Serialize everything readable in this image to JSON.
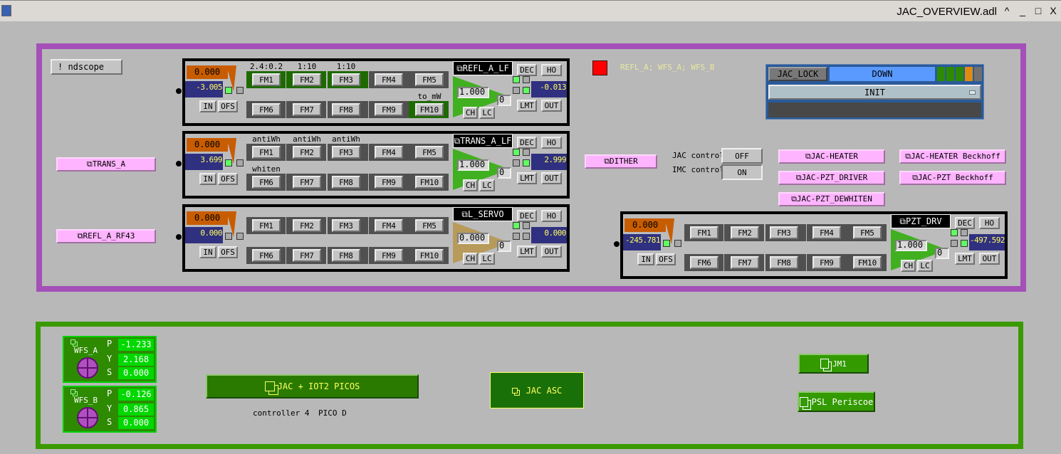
{
  "window": {
    "title": "JAC_OVERVIEW.adl",
    "controls": [
      "^",
      "_",
      "□",
      "X"
    ]
  },
  "left": {
    "ndscope": "! ndscope",
    "trans_a": "⧉TRANS_A",
    "refl_a_rf43": "⧉REFL_A_RF43"
  },
  "status_text": "REFL_A; WFS_A; WFS_B",
  "colors": {
    "alarm": "#ff0000",
    "purple_frame": "#a450b8",
    "green_frame": "#3a9a00"
  },
  "guardian": {
    "name": "JAC_LOCK",
    "state": "DOWN",
    "request": "INIT",
    "indicators": [
      "#2e8a00",
      "#2e8a00",
      "#2e8a00",
      "#e08a10",
      "#707070"
    ]
  },
  "dither": "⧉DITHER",
  "control": {
    "jac_label": "JAC control",
    "jac_value": "OFF",
    "imc_label": "IMC control",
    "imc_value": "ON"
  },
  "links": [
    "⧉JAC-HEATER",
    "⧉JAC-HEATER Beckhoff",
    "⧉JAC-PZT_DRIVER",
    "⧉JAC-PZT Beckhoff",
    "⧉JAC-PZT_DEWHITEN"
  ],
  "banks": [
    {
      "name": "⧉REFL_A_LF",
      "offset": "0.000",
      "input": "-3.005",
      "gain": "1.000",
      "ramp": "0",
      "output": "-0.013",
      "in_on": true,
      "sq": [
        true,
        false,
        false,
        true
      ],
      "tri": "#40b020",
      "fm": [
        "FM1",
        "FM2",
        "FM3",
        "FM4",
        "FM5",
        "FM6",
        "FM7",
        "FM8",
        "FM9",
        "FM10"
      ],
      "fm_on": [
        true,
        true,
        true,
        false,
        false,
        false,
        false,
        false,
        false,
        true
      ],
      "labels": [
        "2.4:0.2",
        "1:10",
        "1:10",
        "",
        "",
        "",
        "",
        "",
        "",
        "to_mW"
      ]
    },
    {
      "name": "⧉TRANS_A_LF",
      "offset": "0.000",
      "input": "3.699",
      "gain": "1.000",
      "ramp": "0",
      "output": "2.999",
      "in_on": true,
      "sq": [
        true,
        false,
        false,
        true
      ],
      "tri": "#40b020",
      "fm": [
        "FM1",
        "FM2",
        "FM3",
        "FM4",
        "FM5",
        "FM6",
        "FM7",
        "FM8",
        "FM9",
        "FM10"
      ],
      "fm_on": [
        false,
        false,
        false,
        false,
        false,
        false,
        false,
        false,
        false,
        false
      ],
      "labels": [
        "antiWh",
        "antiWh",
        "antiWh",
        "",
        "",
        "whiten",
        "",
        "",
        "",
        ""
      ]
    },
    {
      "name": "⧉L_SERVO",
      "offset": "0.000",
      "input": "0.000",
      "gain": "0.000",
      "ramp": "0",
      "output": "0.000",
      "in_on": false,
      "sq": [
        true,
        false,
        false,
        false
      ],
      "tri": "#b89a5a",
      "fm": [
        "FM1",
        "FM2",
        "FM3",
        "FM4",
        "FM5",
        "FM6",
        "FM7",
        "FM8",
        "FM9",
        "FM10"
      ],
      "fm_on": [
        false,
        false,
        false,
        false,
        false,
        false,
        false,
        false,
        false,
        false
      ],
      "labels": [
        "",
        "",
        "",
        "",
        "",
        "",
        "",
        "",
        "",
        ""
      ]
    },
    {
      "name": "⧉PZT_DRV",
      "offset": "0.000",
      "input": "-245.781",
      "gain": "1.000",
      "ramp": "0",
      "output": "-497.592",
      "in_on": true,
      "sq": [
        true,
        false,
        false,
        true
      ],
      "tri": "#40b020",
      "fm": [
        "FM1",
        "FM2",
        "FM3",
        "FM4",
        "FM5",
        "FM6",
        "FM7",
        "FM8",
        "FM9",
        "FM10"
      ],
      "fm_on": [
        false,
        false,
        false,
        false,
        false,
        false,
        false,
        false,
        false,
        false
      ],
      "labels": [
        "",
        "",
        "",
        "",
        "",
        "",
        "",
        "",
        "",
        ""
      ]
    }
  ],
  "bank_buttons": {
    "in": "IN",
    "ofs": "OFS",
    "ch": "CH",
    "lc": "LC",
    "dec": "DEC",
    "ho": "HO",
    "lmt": "LMT",
    "out": "OUT"
  },
  "wfs": [
    {
      "name": "WFS_A",
      "rows": [
        {
          "k": "P",
          "v": "-1.233"
        },
        {
          "k": "Y",
          "v": "2.168"
        },
        {
          "k": "S",
          "v": "0.000"
        }
      ]
    },
    {
      "name": "WFS_B",
      "rows": [
        {
          "k": "P",
          "v": "-0.126"
        },
        {
          "k": "Y",
          "v": "0.865"
        },
        {
          "k": "S",
          "v": "0.000"
        }
      ]
    }
  ],
  "picos": {
    "label": "JAC + IOT2 PICOS",
    "controller": "controller 4",
    "pico": "PICO D"
  },
  "jac_asc": "JAC ASC",
  "jm1": "JM1",
  "psl": "PSL Periscoe"
}
